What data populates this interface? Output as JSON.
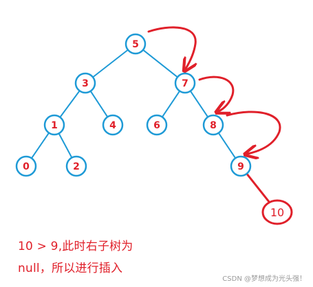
{
  "tree": {
    "nodes": [
      {
        "id": "n5",
        "label": "5"
      },
      {
        "id": "n3",
        "label": "3"
      },
      {
        "id": "n7",
        "label": "7"
      },
      {
        "id": "n1",
        "label": "1"
      },
      {
        "id": "n4",
        "label": "4"
      },
      {
        "id": "n6",
        "label": "6"
      },
      {
        "id": "n8",
        "label": "8"
      },
      {
        "id": "n0",
        "label": "0"
      },
      {
        "id": "n2",
        "label": "2"
      },
      {
        "id": "n9",
        "label": "9"
      }
    ],
    "edges": [
      [
        "n5",
        "n3"
      ],
      [
        "n5",
        "n7"
      ],
      [
        "n3",
        "n1"
      ],
      [
        "n3",
        "n4"
      ],
      [
        "n7",
        "n6"
      ],
      [
        "n7",
        "n8"
      ],
      [
        "n1",
        "n0"
      ],
      [
        "n1",
        "n2"
      ],
      [
        "n8",
        "n9"
      ]
    ],
    "inserted": {
      "id": "n10",
      "label": "10",
      "parent": "n9"
    },
    "path": [
      "n5",
      "n7",
      "n8",
      "n9"
    ]
  },
  "colors": {
    "node_stroke": "#1e9ad6",
    "edge": "#1e9ad6",
    "label": "#e0202a",
    "annotation": "#e0202a",
    "watermark": "#9a9a9a"
  },
  "caption": {
    "line1": "10 > 9,此时右子树为",
    "line2": "null，所以进行插入"
  },
  "watermark": "CSDN @梦想成为光头强！"
}
